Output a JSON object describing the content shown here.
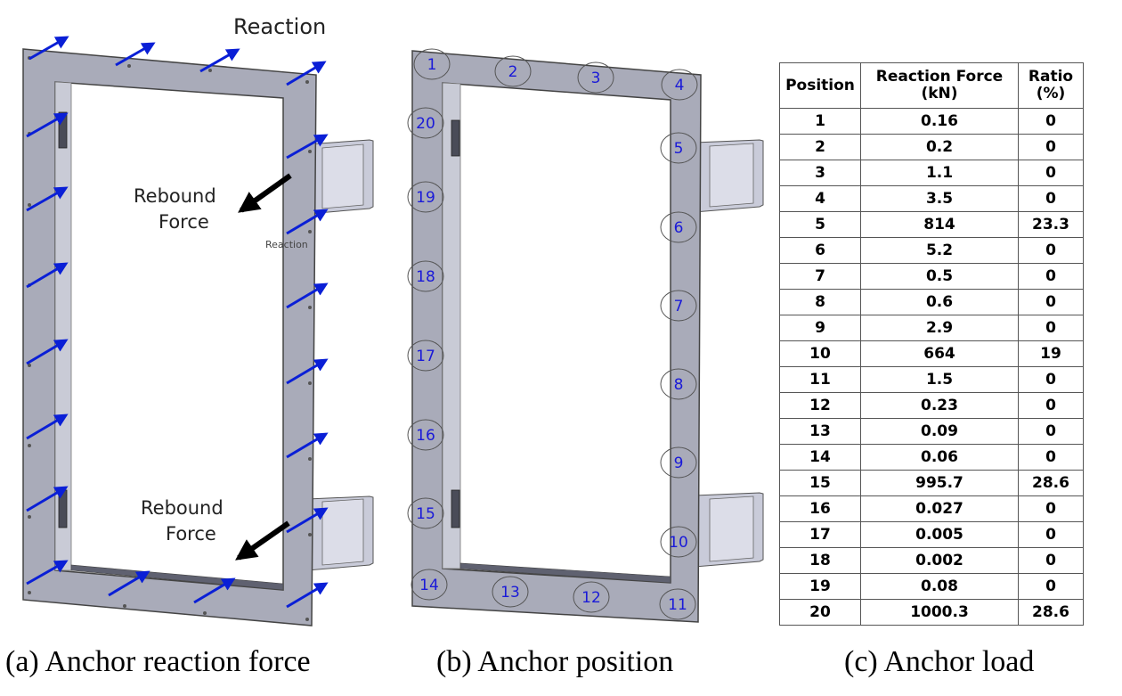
{
  "panel_a": {
    "label_reaction_top": "Reaction",
    "label_rebound_upper_line1": "Rebound",
    "label_rebound_upper_line2": "Force",
    "label_reaction_small": "Reaction",
    "label_rebound_lower_line1": "Rebound",
    "label_rebound_lower_line2": "Force",
    "arrow_color": "#0a1fd6",
    "rebound_arrow_color": "#000000",
    "frame_color": "#a9abb9"
  },
  "panel_b": {
    "positions": [
      "1",
      "2",
      "3",
      "4",
      "5",
      "6",
      "7",
      "8",
      "9",
      "10",
      "11",
      "12",
      "13",
      "14",
      "15",
      "16",
      "17",
      "18",
      "19",
      "20"
    ],
    "number_color": "#1a1ad8"
  },
  "table": {
    "headers": {
      "position": "Position",
      "force_line1": "Reaction Force",
      "force_line2": "(kN)",
      "ratio_line1": "Ratio",
      "ratio_line2": "(%)"
    },
    "rows": [
      {
        "position": "1",
        "force": "0.16",
        "ratio": "0"
      },
      {
        "position": "2",
        "force": "0.2",
        "ratio": "0"
      },
      {
        "position": "3",
        "force": "1.1",
        "ratio": "0"
      },
      {
        "position": "4",
        "force": "3.5",
        "ratio": "0"
      },
      {
        "position": "5",
        "force": "814",
        "ratio": "23.3"
      },
      {
        "position": "6",
        "force": "5.2",
        "ratio": "0"
      },
      {
        "position": "7",
        "force": "0.5",
        "ratio": "0"
      },
      {
        "position": "8",
        "force": "0.6",
        "ratio": "0"
      },
      {
        "position": "9",
        "force": "2.9",
        "ratio": "0"
      },
      {
        "position": "10",
        "force": "664",
        "ratio": "19"
      },
      {
        "position": "11",
        "force": "1.5",
        "ratio": "0"
      },
      {
        "position": "12",
        "force": "0.23",
        "ratio": "0"
      },
      {
        "position": "13",
        "force": "0.09",
        "ratio": "0"
      },
      {
        "position": "14",
        "force": "0.06",
        "ratio": "0"
      },
      {
        "position": "15",
        "force": "995.7",
        "ratio": "28.6"
      },
      {
        "position": "16",
        "force": "0.027",
        "ratio": "0"
      },
      {
        "position": "17",
        "force": "0.005",
        "ratio": "0"
      },
      {
        "position": "18",
        "force": "0.002",
        "ratio": "0"
      },
      {
        "position": "19",
        "force": "0.08",
        "ratio": "0"
      },
      {
        "position": "20",
        "force": "1000.3",
        "ratio": "28.6"
      }
    ]
  },
  "captions": {
    "a": "(a) Anchor reaction force",
    "b": "(b) Anchor position",
    "c": "(c) Anchor load"
  }
}
